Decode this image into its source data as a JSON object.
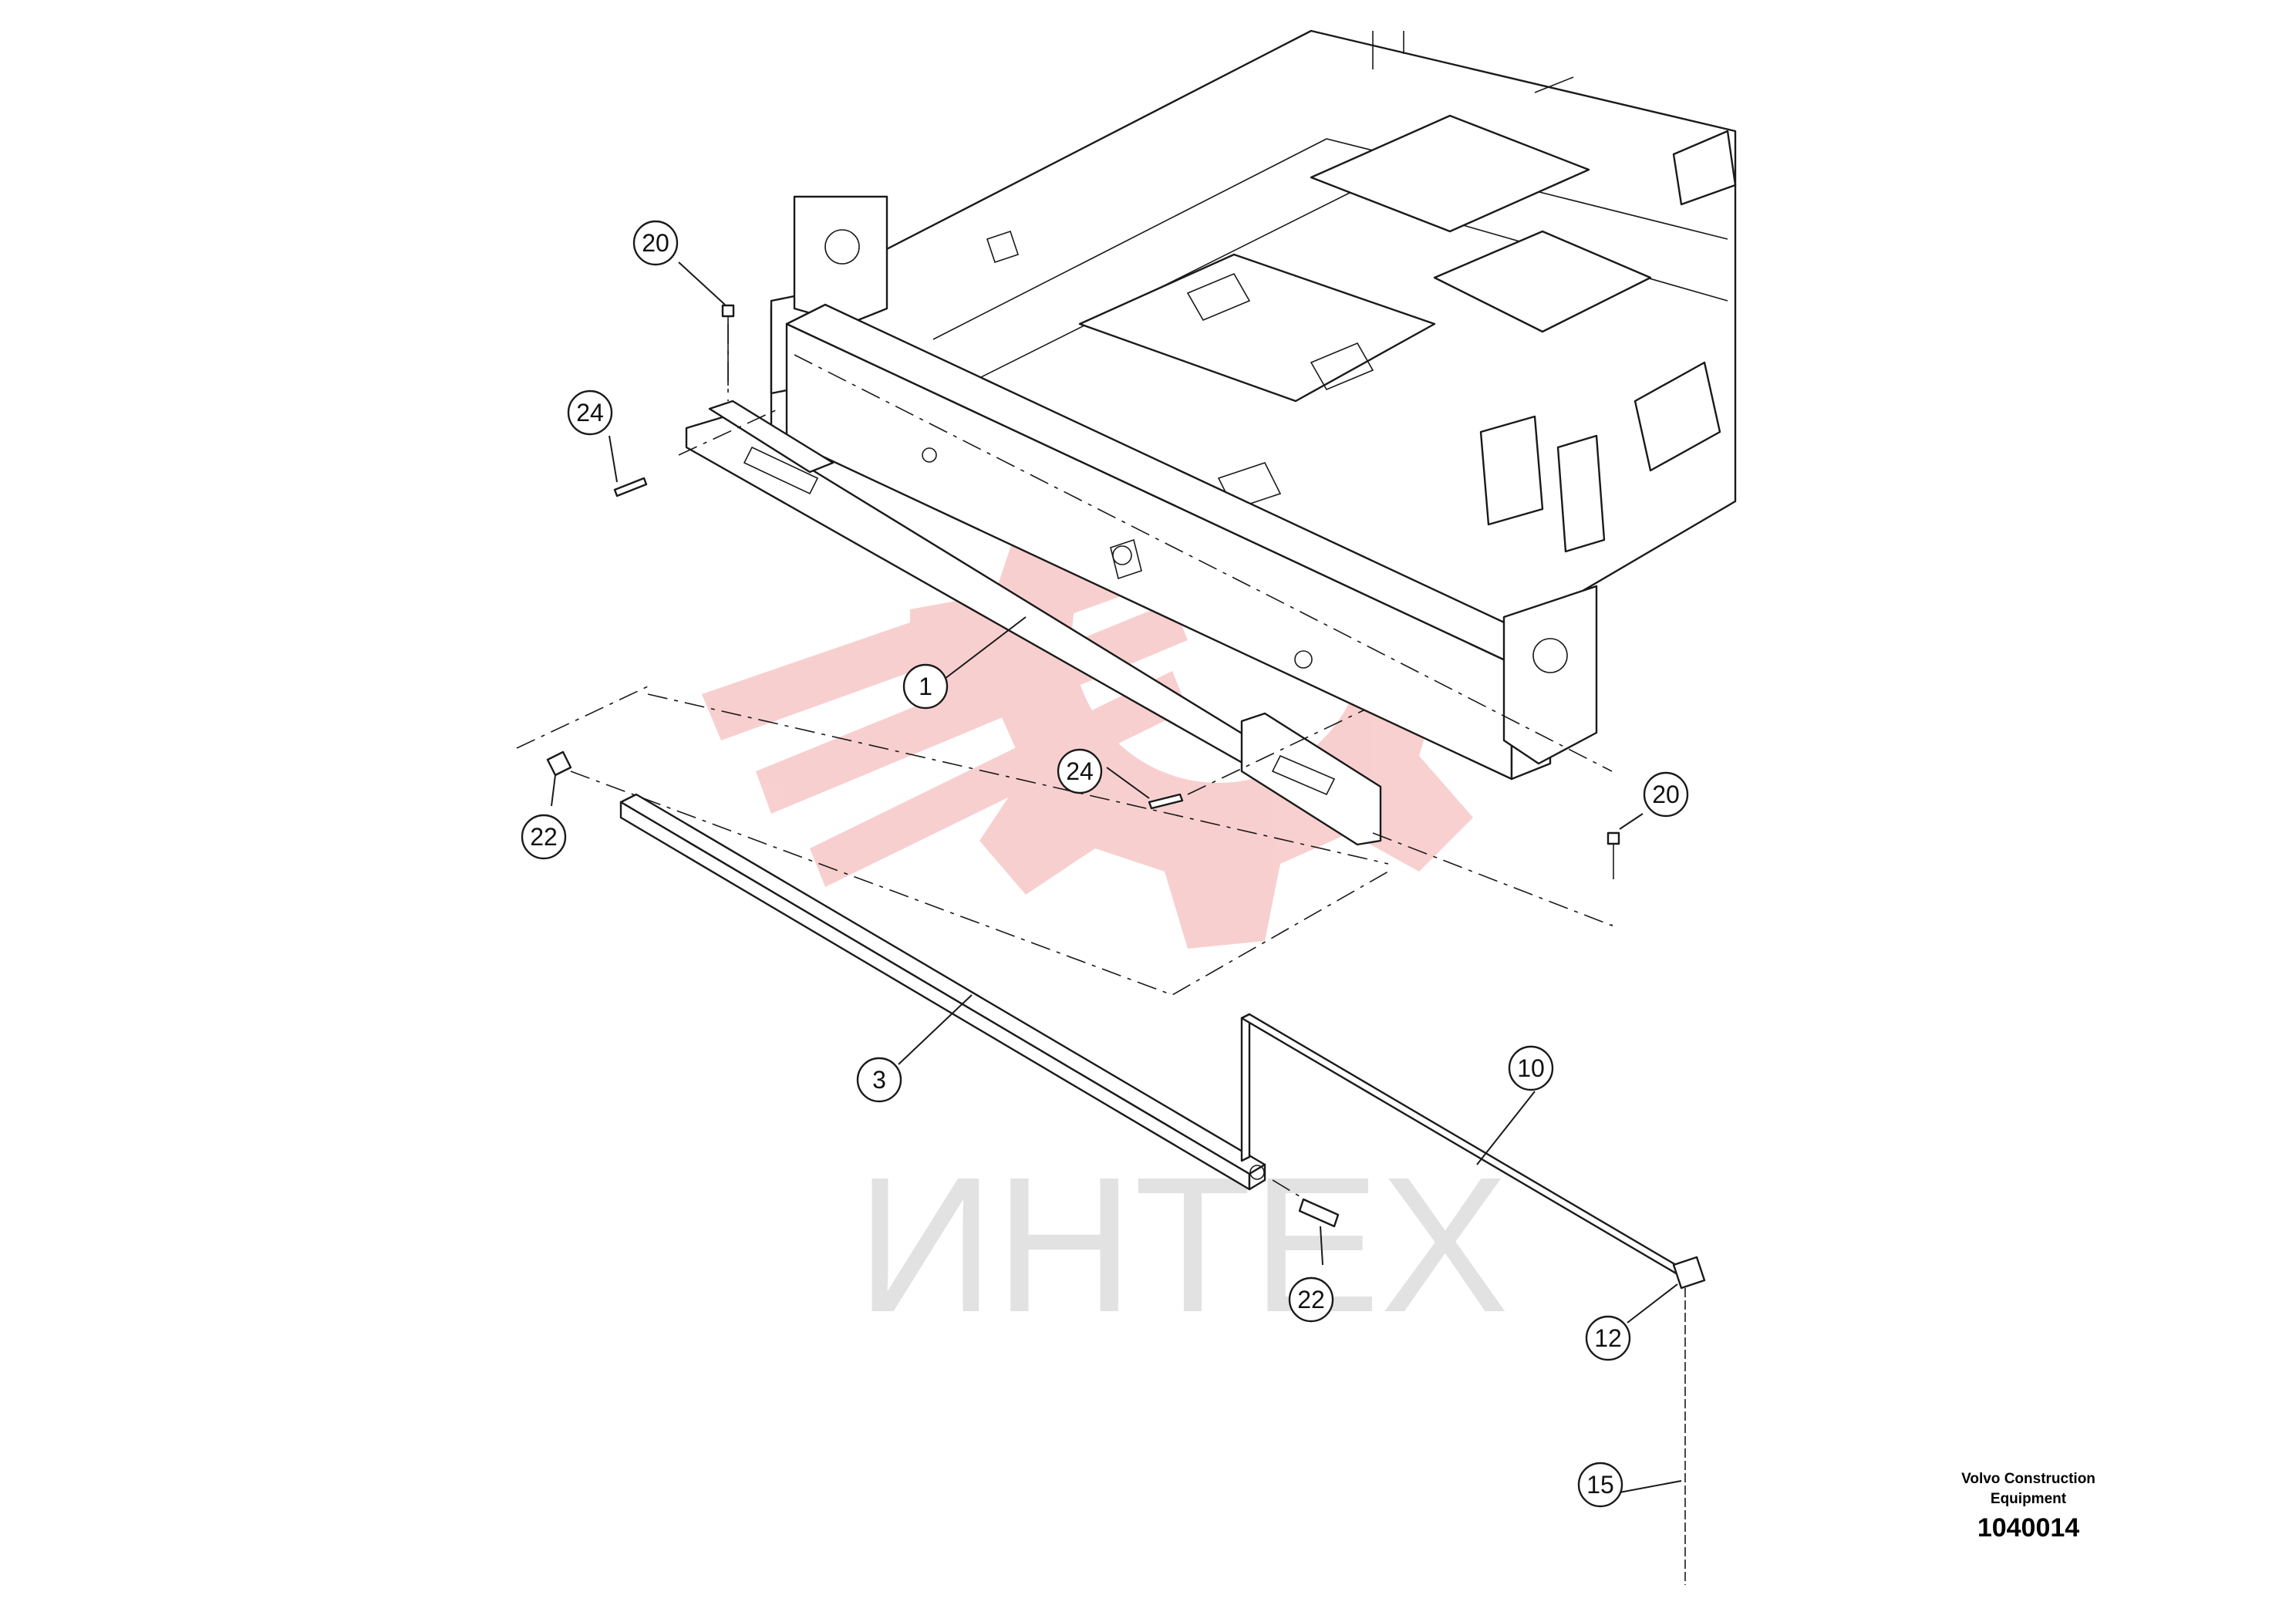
{
  "watermark": {
    "text": "ИНТЕХ",
    "logo": "red-gear-logo",
    "logo_color": "#f0b4b4",
    "text_color": "#e2e2e2"
  },
  "callouts": [
    {
      "label": "20"
    },
    {
      "label": "24"
    },
    {
      "label": "1"
    },
    {
      "label": "24"
    },
    {
      "label": "20"
    },
    {
      "label": "22"
    },
    {
      "label": "3"
    },
    {
      "label": "10"
    },
    {
      "label": "22"
    },
    {
      "label": "12"
    },
    {
      "label": "15"
    }
  ],
  "caption": {
    "maker_line1": "Volvo Construction",
    "maker_line2": "Equipment",
    "number": "1040014"
  }
}
